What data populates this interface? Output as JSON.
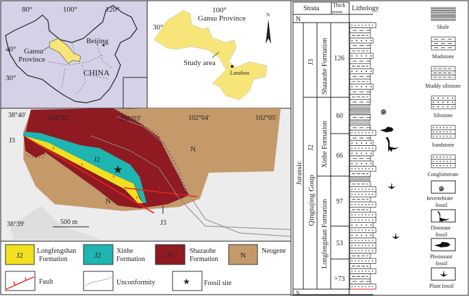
{
  "china_map": {
    "lon_labels": [
      "80°",
      "100°",
      "120°"
    ],
    "lat_labels": [
      "40°",
      "30°"
    ],
    "beijing": "Beijing",
    "gansu_line1": "Gansu",
    "gansu_line2": "Province",
    "country": "CHINA"
  },
  "gansu_map": {
    "lon_label": "100°",
    "lat_label": "30°",
    "title": "Gansu Province",
    "north": "N",
    "study_area": "Study area",
    "city": "Lanzhou"
  },
  "geo_map": {
    "lon_labels": [
      "102°02'",
      "102°03'",
      "102°04'",
      "102°05'"
    ],
    "lat_top": "38°40'",
    "lat_bottom": "38°39'",
    "scale": "500 m",
    "labels": {
      "j3_left": "J3",
      "j3_bottom": "J3",
      "j2": "J2",
      "n_right": "N",
      "n_bottom": "N"
    }
  },
  "legend": {
    "longfengshan": {
      "code": "J2",
      "line1": "Longfengshan",
      "line2": "Formation",
      "color": "#f2e01f"
    },
    "xinhe": {
      "code": "J2",
      "line1": "Xinhe",
      "line2": "Formation",
      "color": "#1fb5b0"
    },
    "shazaohe": {
      "code": "J3",
      "line1": "Shazaohe",
      "line2": "Formation",
      "color": "#8f1a22"
    },
    "neogene": {
      "code": "N",
      "line1": "Neogene",
      "color": "#c49a6a"
    },
    "fault": "Fault",
    "unconformity": "Unconformity",
    "fossil_site": "Fossil site"
  },
  "column": {
    "headers": {
      "strata": "Strata",
      "thick1": "Thick",
      "thick2": "nesses",
      "lithology": "Lithology"
    },
    "top_n": "N",
    "bottom_n": "N",
    "system": "Jurassic",
    "group": "Qingtujing Goup",
    "series": [
      "J3",
      "J2"
    ],
    "formations": [
      "Shazaohe Formation",
      "Xinhe Formation",
      "Longfengshan Formation"
    ],
    "thicknesses": [
      "126",
      "60",
      "66",
      "97",
      "53",
      ">73"
    ],
    "lithology_key": [
      {
        "type": "shale",
        "label": "Shale"
      },
      {
        "type": "mudstone",
        "label": "Mudstone"
      },
      {
        "type": "muddy",
        "label": "Muddy siltstone"
      },
      {
        "type": "siltstone",
        "label": "Siltstone"
      },
      {
        "type": "sandstone",
        "label": "Sandstone"
      },
      {
        "type": "conglomerate",
        "label": "Conglomerate"
      }
    ],
    "fossil_key": [
      {
        "icon": "invertebrate-fossil-icon",
        "line1": "Invertebrate",
        "line2": "fossil"
      },
      {
        "icon": "dinosaur-fossil-icon",
        "line1": "Dinosaur",
        "line2": "fossil"
      },
      {
        "icon": "plesiosaur-fossil-icon",
        "line1": "Plesiosaur",
        "line2": "fossil"
      },
      {
        "icon": "plant-fossil-icon",
        "line1": "Plant fossil",
        "line2": ""
      }
    ],
    "layers": [
      "sandstone",
      "mudstone",
      "muddy",
      "siltstone",
      "mudstone",
      "muddy",
      "siltstone",
      "mudstone",
      "muddy",
      "siltstone",
      "mudstone",
      "muddy",
      "siltstone",
      "mudstone",
      "muddy",
      "mudstone",
      "shale",
      "shale",
      "mudstone",
      "shale",
      "mudstone",
      "sandstone",
      "mudstone",
      "siltstone",
      "sandstone",
      "siltstone",
      "mudstone",
      "siltstone",
      "sandstone",
      "muddy",
      "shale",
      "muddy",
      "sandstone",
      "sandstone",
      "muddy",
      "sandstone",
      "muddy",
      "sandstone",
      "sandstone",
      "siltstone",
      "sandstone",
      "siltstone",
      "sandstone",
      "sandstone",
      "sandstone",
      "muddy",
      "sandstone",
      "muddy",
      "sandstone",
      "muddy",
      "mudstone",
      "sandstone"
    ]
  }
}
